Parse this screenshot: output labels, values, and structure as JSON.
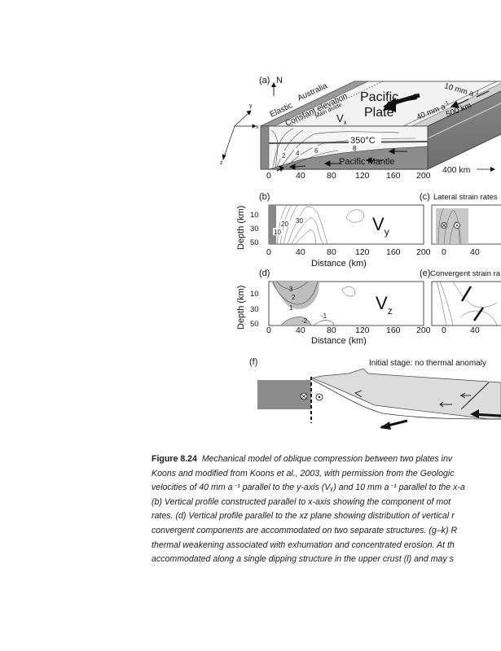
{
  "figure": {
    "panel_a": {
      "tag": "(a)",
      "north": "N",
      "elastic_label": "Elastic",
      "australia": "Australia",
      "constant_elevation": "Constant elevation",
      "main_divide": "Main divide",
      "vx": "V",
      "vx_sub": "x",
      "pacific_plate_1": "Pacific",
      "pacific_plate_2": "Plate",
      "rate_10": "10 mm a",
      "rate_10_exp": "-1",
      "rate_40": "40 mm a",
      "rate_40_exp": "-1",
      "dist_500": "500 km",
      "temp_350": "350°C",
      "contours": [
        "2",
        "4",
        "6",
        "8"
      ],
      "pacific_mantle": "Pacific  Mantle",
      "x_ticks": [
        "0",
        "40",
        "80",
        "120",
        "160",
        "200"
      ],
      "dist_400": "400 km",
      "axis_x": "x",
      "axis_y": "y",
      "axis_z": "z"
    },
    "panel_b": {
      "tag": "(b)",
      "ylabel": "Depth (km)",
      "y_ticks": [
        "10",
        "30",
        "50"
      ],
      "contours": [
        "20",
        "30",
        "10"
      ],
      "vy": "V",
      "vy_sub": "y",
      "x_ticks": [
        "0",
        "40",
        "80",
        "120",
        "160",
        "200"
      ],
      "xlabel": "Distance (km)"
    },
    "panel_c": {
      "tag": "(c)",
      "title": "Lateral strain rates",
      "x_ticks": [
        "0",
        "40"
      ]
    },
    "panel_d": {
      "tag": "(d)",
      "ylabel": "Depth (km)",
      "y_ticks": [
        "10",
        "30",
        "50"
      ],
      "contours": [
        "3",
        "2",
        "1",
        "-2",
        "-1"
      ],
      "vz": "V",
      "vz_sub": "z",
      "x_ticks": [
        "0",
        "40",
        "80",
        "120",
        "160",
        "200"
      ],
      "xlabel": "Distance (km)"
    },
    "panel_e": {
      "tag": "(e)",
      "title": "Convergent strain ra",
      "x_ticks": [
        "0",
        "40"
      ]
    },
    "panel_f": {
      "tag": "(f)",
      "title": "Initial stage: no thermal anomaly"
    }
  },
  "caption": {
    "figure_label": "Figure 8.24",
    "line1": "Mechanical model of oblique compression between two plates inv",
    "line2": "Koons and modified from Koons et al., 2003, with permission from the Geologic",
    "line3": "velocities of 40 mm a⁻¹ parallel to the y-axis (Vᵧ) and 10 mm a⁻¹ parallel to the x-a",
    "line4": "(b) Vertical profile constructed parallel to x-axis showing the component of mot",
    "line5": "rates. (d) Vertical profile parallel to the xz plane showing distribution of vertical r",
    "line6": "convergent components are accommodated on two separate structures. (g–k) R",
    "line7": "thermal weakening associated with exhumation and concentrated erosion. At th",
    "line8": "accommodated along a single dipping structure in the upper crust (l) and may s"
  }
}
